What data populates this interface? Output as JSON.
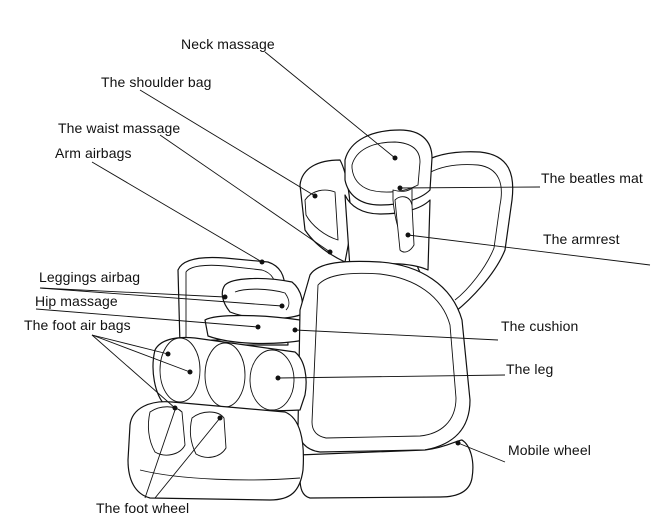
{
  "labels": {
    "neck_massage": "Neck massage",
    "shoulder_bag": "The shoulder bag",
    "waist_massage": "The waist massage",
    "arm_airbags": "Arm airbags",
    "leggings_airbag": "Leggings airbag",
    "hip_massage": "Hip massage",
    "foot_air_bags": "The foot air bags",
    "foot_wheel": "The foot wheel",
    "beatles_mat": "The beatles mat",
    "armrest": "The armrest",
    "cushion": "The cushion",
    "leg": "The leg",
    "mobile_wheel": "Mobile wheel"
  },
  "colors": {
    "line": "#111111",
    "background": "#ffffff"
  }
}
